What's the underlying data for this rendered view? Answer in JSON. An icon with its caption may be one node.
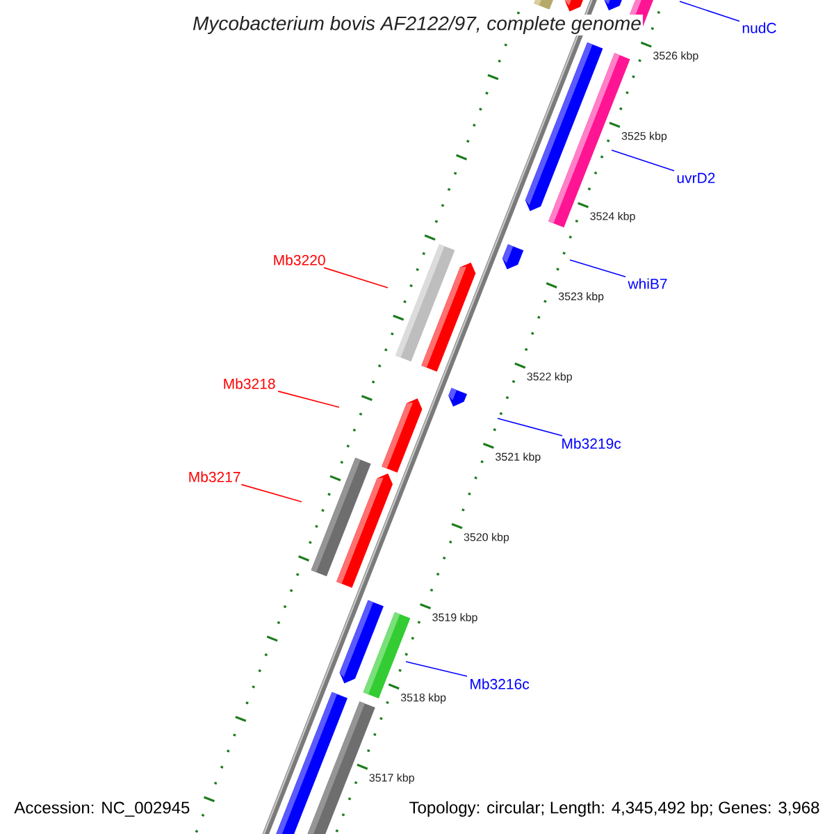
{
  "diagram": {
    "title": "Mycobacterium bovis AF2122/97, complete genome",
    "nodes": [
      {
        "text": [
          "nudC"
        ]
      },
      {
        "text": [
          "uvrD2"
        ]
      },
      {
        "text": [
          "Mb3220"
        ]
      },
      {
        "text": [
          "whiB7"
        ]
      },
      {
        "text": [
          "Mb3218"
        ]
      },
      {
        "text": [
          "Mb3219c"
        ]
      },
      {
        "text": [
          "Mb3217"
        ]
      },
      {
        "text": [
          "Mb3216c"
        ]
      }
    ],
    "edges": [
      {
        "from": 0,
        "to": null,
        "arrow": "none"
      },
      {
        "from": 1,
        "to": null,
        "arrow": "none"
      },
      {
        "from": 2,
        "to": null,
        "arrow": "none",
        "color": "#ff0000"
      },
      {
        "from": 3,
        "to": null,
        "arrow": "none"
      },
      {
        "from": 4,
        "to": null,
        "arrow": "none",
        "color": "#ff0000"
      },
      {
        "from": 5,
        "to": null,
        "arrow": "none"
      },
      {
        "from": 6,
        "to": null,
        "arrow": "none",
        "color": "#ff0000"
      },
      {
        "from": 7,
        "to": null,
        "arrow": "none"
      }
    ],
    "labels": [
      "3526 kbp",
      "3525 kbp",
      "3524 kbp",
      "3523 kbp",
      "3522 kbp",
      "3521 kbp",
      "3520 kbp",
      "3519 kbp",
      "3518 kbp",
      "3517 kbp",
      "Accession: NC_002945",
      "Topology: circular; Length: 4,345,492 bp; Genes: 3,968"
    ]
  }
}
